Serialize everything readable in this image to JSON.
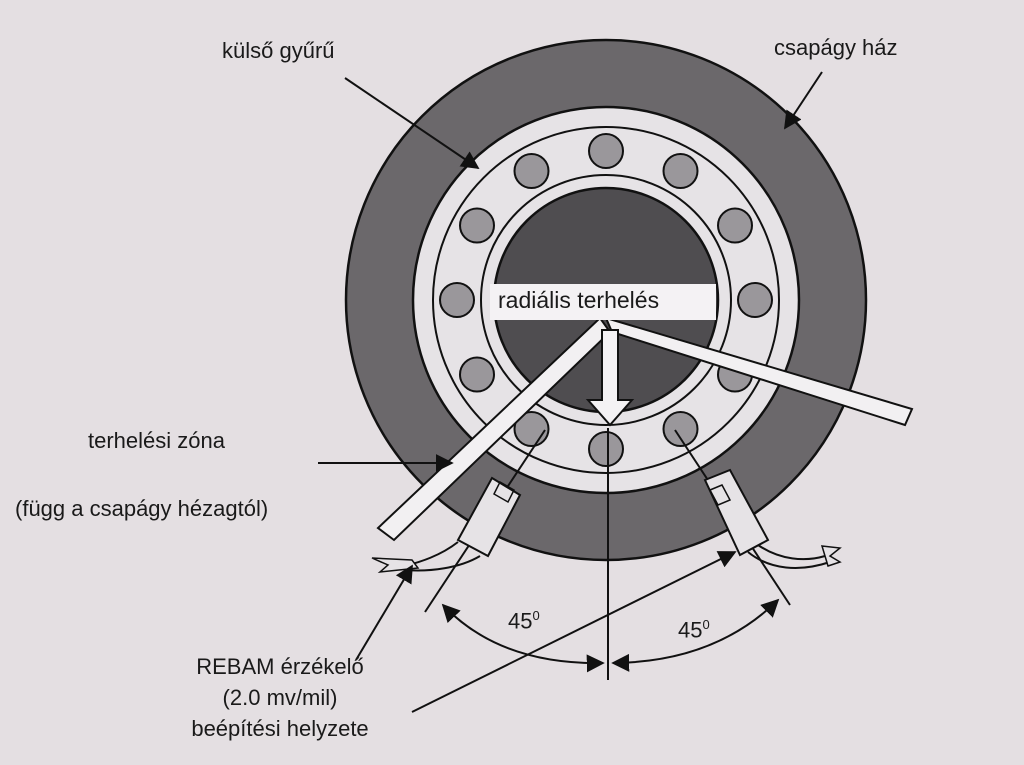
{
  "labels": {
    "outer_ring": "külső gyűrű",
    "bearing_housing": "csapágy ház",
    "radial_load": "radiális terhelés",
    "load_zone": "terhelési zóna",
    "load_zone_note": "(függ a csapágy hézagtól)",
    "angle_left": "45",
    "angle_right": "45",
    "angle_unit": "0",
    "sensor_line1": "REBAM érzékelő",
    "sensor_line2": "(2.0 mv/mil)",
    "sensor_line3": "beépítési helyzete"
  },
  "bearing": {
    "ball_count": 12,
    "sensor_count": 2,
    "sensor_angle_deg": 45
  },
  "colors": {
    "background": "#e4dfe2",
    "housing": "#6b686b",
    "rings": "#e6e3e6",
    "shaft": "#4f4d50",
    "balls": "#9a979b",
    "lines": "#111111"
  }
}
